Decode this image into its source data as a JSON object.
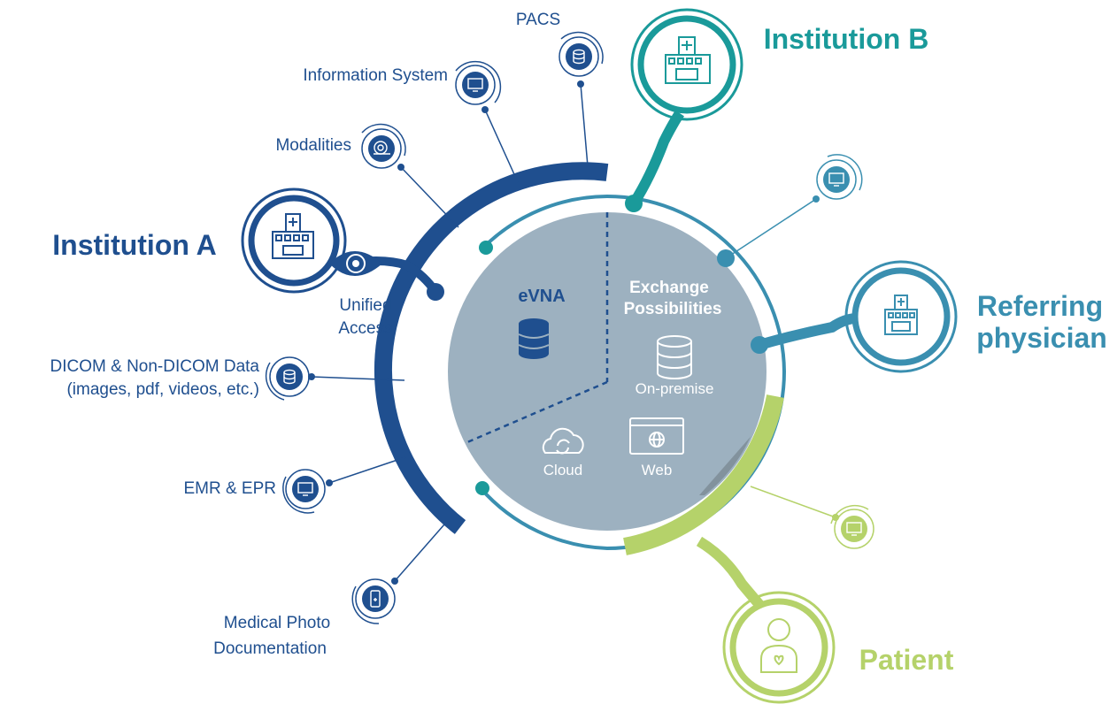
{
  "center": {
    "left_title": "eVNA",
    "right_title_line1": "Exchange",
    "right_title_line2": "Possibilities",
    "on_premise": "On-premise",
    "cloud": "Cloud",
    "web": "Web"
  },
  "institutions": {
    "a": "Institution A",
    "b": "Institution B",
    "referring_line1": "Referring",
    "referring_line2": "physician",
    "patient": "Patient"
  },
  "left_items": {
    "pacs": "PACS",
    "information_system": "Information System",
    "modalities": "Modalities",
    "unified_line1": "Unified",
    "unified_line2": "Access",
    "dicom_line1": "DICOM & Non-DICOM Data",
    "dicom_line2": "(images, pdf, videos, etc.)",
    "emr": "EMR & EPR",
    "photo_line1": "Medical Photo",
    "photo_line2": "Documentation"
  },
  "icons": {
    "pacs": "database-icon",
    "information_system": "monitor-icon",
    "modalities": "scanner-icon",
    "institution_a": "hospital-icon",
    "unified_access": "eye-icon",
    "dicom": "database-icon",
    "emr": "monitor-icon",
    "photo": "smartphone-icon",
    "institution_b": "hospital-icon",
    "right_monitor": "monitor-icon",
    "referring": "hospital-icon",
    "patient_monitor": "monitor-icon",
    "patient": "person-icon",
    "evna": "database-icon",
    "on_premise": "server-icon",
    "cloud": "cloud-icon",
    "web": "browser-icon"
  },
  "colors": {
    "navy": "#1f4f8f",
    "teal": "#1a9a9a",
    "steel": "#3a8fb0",
    "lime": "#b5d26a",
    "core": "#9db1c0"
  }
}
